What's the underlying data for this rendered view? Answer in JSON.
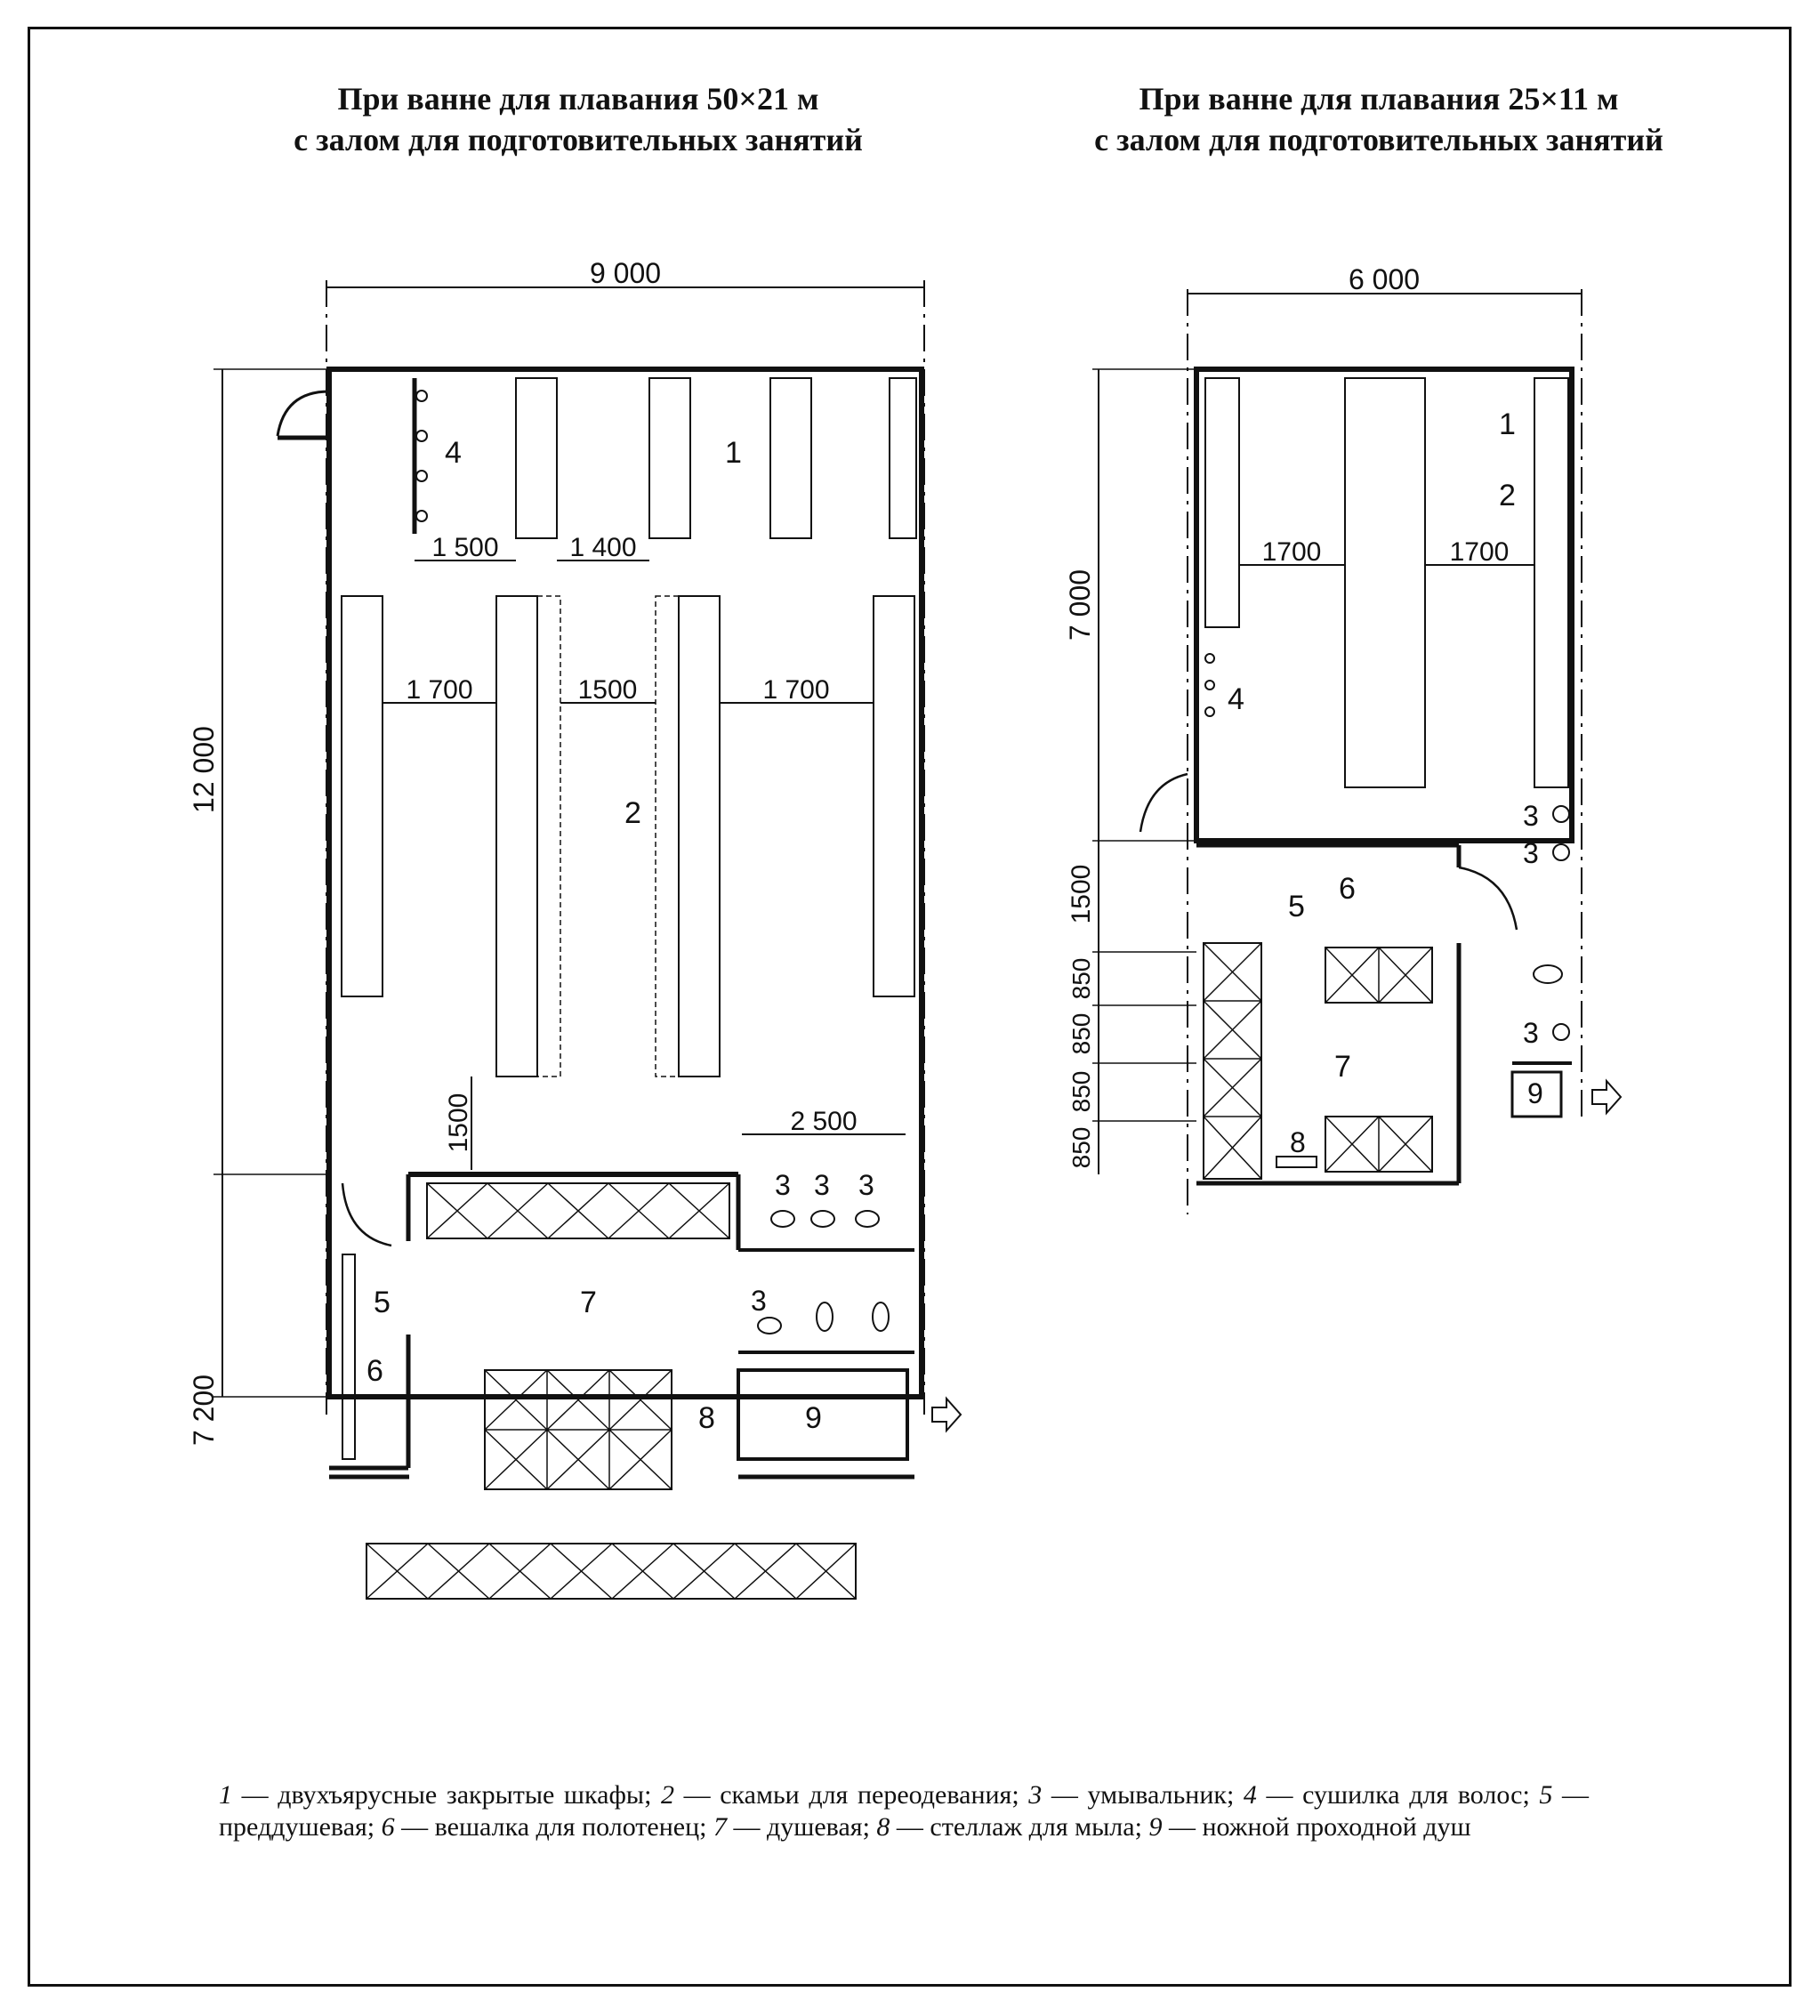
{
  "titles": {
    "left": [
      "При ванне для плавания 50×21 м",
      "с залом для подготовительных занятий"
    ],
    "right": [
      "При ванне для плавания 25×11 м",
      "с залом для подготовительных занятий"
    ]
  },
  "left_plan": {
    "dim_width": "9 000",
    "dim_height_top": "12 000",
    "dim_height_bottom": "7 200",
    "dim_1500_a": "1 500",
    "dim_1400": "1 400",
    "dim_1700_a": "1 700",
    "dim_1500_b": "1500",
    "dim_1700_b": "1 700",
    "dim_1500_c": "1500",
    "dim_2500": "2 500",
    "labels": {
      "l1": "1",
      "l2": "2",
      "l4": "4",
      "l5": "5",
      "l6": "6",
      "l7": "7",
      "l8": "8",
      "l9": "9",
      "s1": "3",
      "s2": "3",
      "s3": "3",
      "s4": "3"
    }
  },
  "right_plan": {
    "dim_width": "6 000",
    "dim_height_top": "7 000",
    "dim_1500": "1500",
    "dim_850_1": "850",
    "dim_850_2": "850",
    "dim_850_3": "850",
    "dim_850_4": "850",
    "dim_1700_a": "1700",
    "dim_1700_b": "1700",
    "labels": {
      "l1": "1",
      "l2": "2",
      "l4": "4",
      "l5": "5",
      "l6": "6",
      "l7": "7",
      "l8": "8",
      "l9": "9",
      "s1": "3",
      "s2": "3",
      "s3": "3"
    }
  },
  "legend": [
    {
      "num": "1",
      "text": " — двухъярусные закрытые шкафы; "
    },
    {
      "num": "2",
      "text": " — скамьи для переодевания; "
    },
    {
      "num": "3",
      "text": " — умывальник; "
    },
    {
      "num": "4",
      "text": " — сушилка для волос; "
    },
    {
      "num": "5",
      "text": " — преддушевая; "
    },
    {
      "num": "6",
      "text": " — вешалка для полотенец; "
    },
    {
      "num": "7",
      "text": " — душевая; "
    },
    {
      "num": "8",
      "text": " — стеллаж для мыла; "
    },
    {
      "num": "9",
      "text": " — ножной проходной душ"
    }
  ]
}
